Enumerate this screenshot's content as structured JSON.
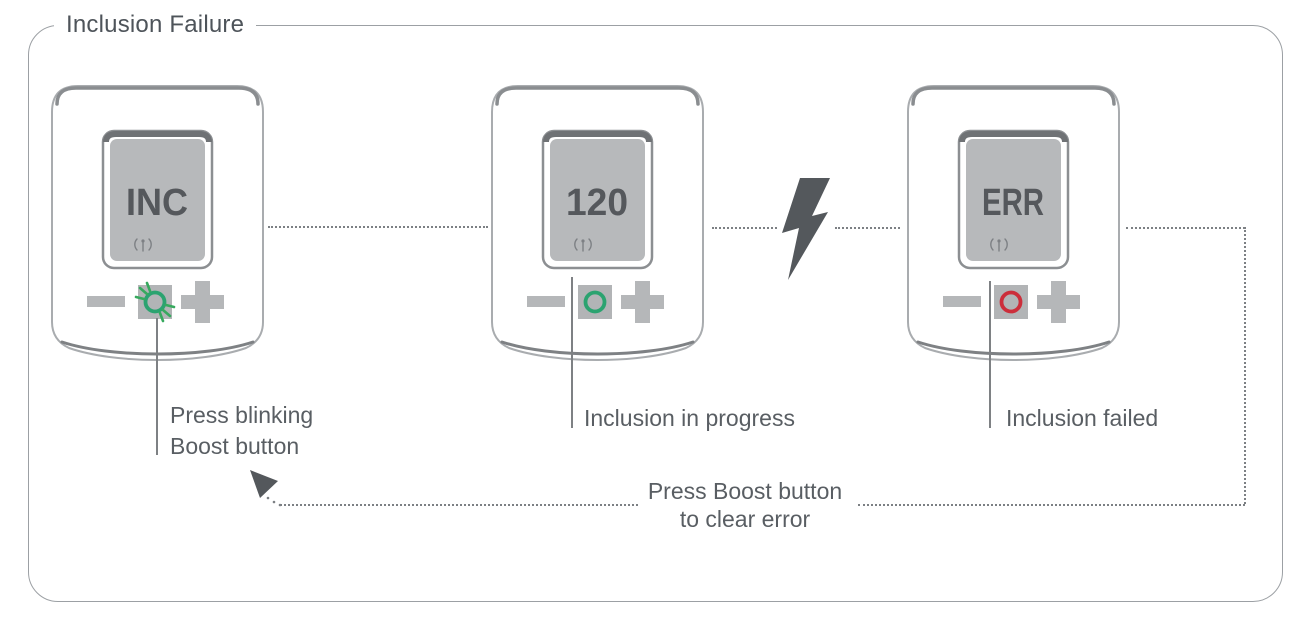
{
  "diagram_title": "Inclusion Failure",
  "colors": {
    "outline_grey": "#9ca0a4",
    "caption_text": "#595e63",
    "button_grey": "#b5b7b9",
    "display_grey": "#b7b9bb",
    "display_text": "#55585c",
    "green_ok": "#2ba370",
    "red_error": "#cc2e3b",
    "bolt_grey": "#54585c",
    "dotted_line": "#7c8084"
  },
  "devices": [
    {
      "name": "thermostat-inclusion-start",
      "display_text": "INC",
      "ring_color": "#2ba370",
      "boost_blinking": true,
      "caption_lines": [
        "Press blinking",
        "Boost button"
      ]
    },
    {
      "name": "thermostat-inclusion-progress",
      "display_text": "120",
      "ring_color": "#2ba370",
      "boost_blinking": false,
      "caption_lines": [
        "Inclusion in progress"
      ]
    },
    {
      "name": "thermostat-inclusion-failed",
      "display_text": "ERR",
      "ring_color": "#cc2e3b",
      "boost_blinking": false,
      "caption_lines": [
        "Inclusion failed"
      ]
    }
  ],
  "loop_label_lines": [
    "Press Boost button",
    "to clear error"
  ],
  "icons": {
    "lightning": "lightning-bolt-icon",
    "rf_signal": "rf-signal-icon",
    "minus": "minus-button-icon",
    "plus": "plus-button-icon",
    "boost_ring": "boost-button-ring-icon",
    "return_arrow": "return-arrow-icon"
  }
}
